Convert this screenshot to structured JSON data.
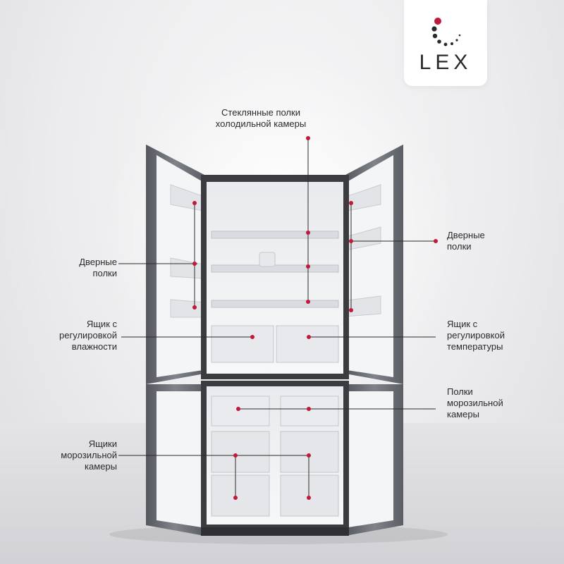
{
  "brand": {
    "name": "LEX",
    "accent_color": "#c2183b"
  },
  "labels": {
    "glass_shelves": [
      "Стеклянные полки",
      "холодильной камеры"
    ],
    "door_shelves_left": [
      "Дверные",
      "полки"
    ],
    "door_shelves_right": [
      "Дверные",
      "полки"
    ],
    "humidity_drawer": [
      "Ящик с",
      "регулировкой",
      "влажности"
    ],
    "temperature_drawer": [
      "Ящик с",
      "регулировкой",
      "температуры"
    ],
    "freezer_shelves": [
      "Полки",
      "морозильной",
      "камеры"
    ],
    "freezer_drawers": [
      "Ящики",
      "морозильной",
      "камеры"
    ]
  },
  "colors": {
    "callout_line": "#2b2b2b",
    "callout_dot": "#c2183b",
    "fridge_body": "#6b6e74",
    "fridge_interior": "#f2f3f5"
  }
}
